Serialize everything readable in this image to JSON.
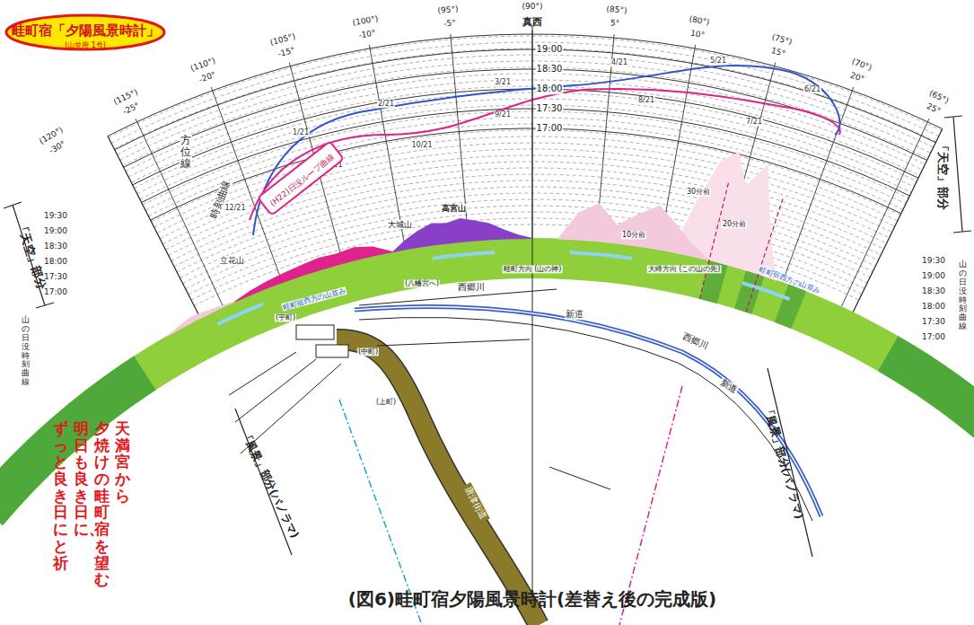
{
  "diagram": {
    "title": "畦町宿「夕陽風景時計」",
    "caption": "(図6)畦町宿夕陽風景時計(差替え後の完成版)",
    "nodes": [
      {
        "text": [
          "(H22)日没ループ曲線"
        ]
      }
    ],
    "labels": [
      "(山並用 1号)",
      "(120°)",
      "-30°",
      "(115°)",
      "-25°",
      "(110°)",
      "-20°",
      "(105°)",
      "-15°",
      "(100°)",
      "-10°",
      "(95°)",
      "-5°",
      "(90°)",
      "真西",
      "(85°)",
      "5°",
      "(80°)",
      "10°",
      "(75°)",
      "15°",
      "(70°)",
      "20°",
      "(65°)",
      "25°",
      "19:00",
      "18:30",
      "18:00",
      "17:30",
      "17:00",
      "19:30",
      "19:00",
      "18:30",
      "18:00",
      "17:30",
      "17:00",
      "山の日没時刻曲線",
      "19:30",
      "19:00",
      "18:30",
      "18:00",
      "17:30",
      "17:00",
      "山の日没時刻曲線",
      "方位線",
      "時刻曲線",
      "「天空」部分",
      "「天空」部分",
      "「風景」部分(パノラマ)",
      "「風景」部分(パノラマ)",
      "12/21",
      "1/21",
      "2/21",
      "3/21",
      "4/21",
      "5/21",
      "6/21",
      "7/21",
      "8/21",
      "9/21",
      "10/21",
      "11/21",
      "10分前",
      "20分前",
      "30分前",
      "立花山",
      "高宮山",
      "大城山",
      "畦町方向 (山の神)",
      "大峰方向 (この山の先)",
      "畦町宿西方の山並み",
      "畦町宿西方の山並み",
      "西郷川",
      "西郷川",
      "新道",
      "新道",
      "(八幡宮へ)",
      "(宇町)",
      "(中町)",
      "(上町)",
      "唐津街道",
      "天満宮から",
      "夕焼けの畦町宿を望む",
      "明日も良き日に、",
      "ずっと良き日にと祈"
    ]
  }
}
